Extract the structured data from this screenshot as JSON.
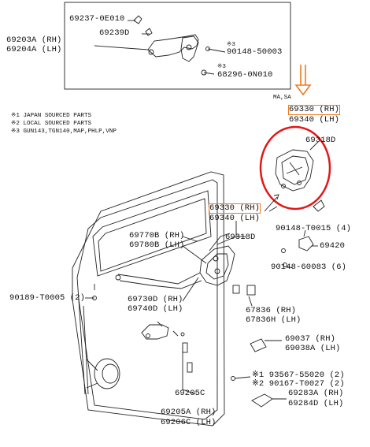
{
  "inset_labels": {
    "p69237": "69237-0E010",
    "p69239": "69239D",
    "p69203": "69203A (RH)",
    "p69204": "69204A (LH)",
    "p90148_mark": "※3",
    "p90148": "90148-50003",
    "p68296_mark": "※3",
    "p68296": "68296-0N010"
  },
  "notes": {
    "n1": "※1 JAPAN SOURCED PARTS",
    "n2": "※2 LOCAL SOURCED PARTS",
    "n3": "※3 GUN143,TGN140,MAP,PHLP,VNP"
  },
  "callout_labels": {
    "masa": "MA,SA",
    "p69330": "69330 (RH)",
    "p69340": "69340 (LH)",
    "p69318": "69318D"
  },
  "main_labels": {
    "p69330b": "69330 (RH)",
    "p69340b": "69340 (LH)",
    "p69318b": "69318D",
    "p90148_t": "90148-T0015 (4)",
    "p69420": "69420",
    "p69770": "69770B (RH)",
    "p69780": "69780B (LH)",
    "p90148_6": "90148-60083 (6)",
    "p90189": "90189-T0005 (2)",
    "p69730": "69730D (RH)",
    "p69740": "69740D (LH)",
    "p67836": "67836 (RH)",
    "p67836h": "67836H (LH)",
    "p69037": "69037 (RH)",
    "p69038": "69038A (LH)",
    "p93567": "※1 93567-55020 (2)",
    "p90167": "※2 90167-T0027 (2)",
    "p69283": "69283A (RH)",
    "p69284": "69284D (LH)",
    "p69205c": "69205C",
    "p69205a": "69205A (RH)",
    "p69206": "69206C (LH)"
  },
  "colors": {
    "highlight": "#f07a1e",
    "circle": "#e01818",
    "line": "#222222"
  },
  "icons": [
    "down-arrow-icon"
  ]
}
